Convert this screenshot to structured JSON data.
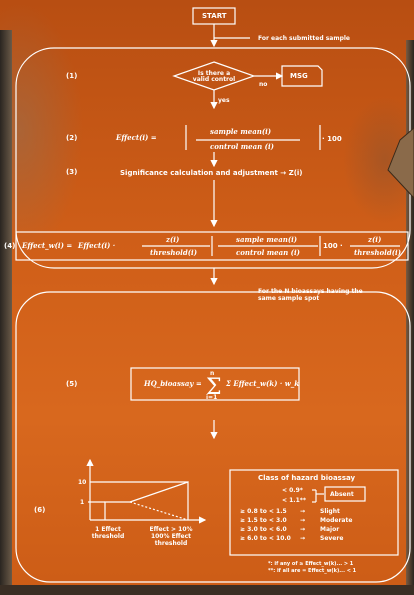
{
  "start": "START",
  "for_each_sample": "For each submitted sample",
  "decision": "Is there a valid control",
  "decision_no": "no",
  "decision_yes": "yes",
  "msg": "MSG",
  "step1": "(1)",
  "step2": "(2)",
  "step3": "(3)",
  "step4": "(4)",
  "step5": "(5)",
  "step6": "(6)",
  "effect_lhs": "Effect(i) =",
  "sample_mean": "sample mean(i)",
  "control_mean": "control mean (i)",
  "times100": "· 100",
  "significance": "Significance calculation and adjustment → Z(i)",
  "effect_w": "Effect_w(i) =",
  "effect_i": "Effect(i) ·",
  "z_i": "z(i)",
  "threshold_i": "threshold(i)",
  "times100b": "100 ·",
  "for_all": "For the N bioassays having the same sample spot",
  "hq_lhs": "HQ_bioassay =",
  "hq_sum": "Σ Effect_w(k) · w_k",
  "sum_top": "n",
  "sum_bottom": "i=1",
  "class_title": "Class of hazard bioassay",
  "class_rows": [
    {
      "range": "< 0.9*",
      "arrow": "",
      "label": "Absent"
    },
    {
      "range": "< 1.1**",
      "arrow": "",
      "label": ""
    },
    {
      "range": "≥ 0.8 to < 1.5",
      "arrow": "→",
      "label": "Slight"
    },
    {
      "range": "≥ 1.5 to < 3.0",
      "arrow": "→",
      "label": "Moderate"
    },
    {
      "range": "≥ 3.0 to < 6.0",
      "arrow": "→",
      "label": "Major"
    },
    {
      "range": "≥ 6.0 to < 10.0",
      "arrow": "→",
      "label": "Severe"
    }
  ],
  "footnote1": "*: if any of ≥ Effect_w(k)... > 1",
  "footnote2": "**: if all are = Effect_w(k)... < 1",
  "graph_y_top": "10",
  "graph_y_mid": "1",
  "graph_x_left": "1 Effect threshold",
  "graph_x_right": "Effect > 10% 100% Effect threshold"
}
